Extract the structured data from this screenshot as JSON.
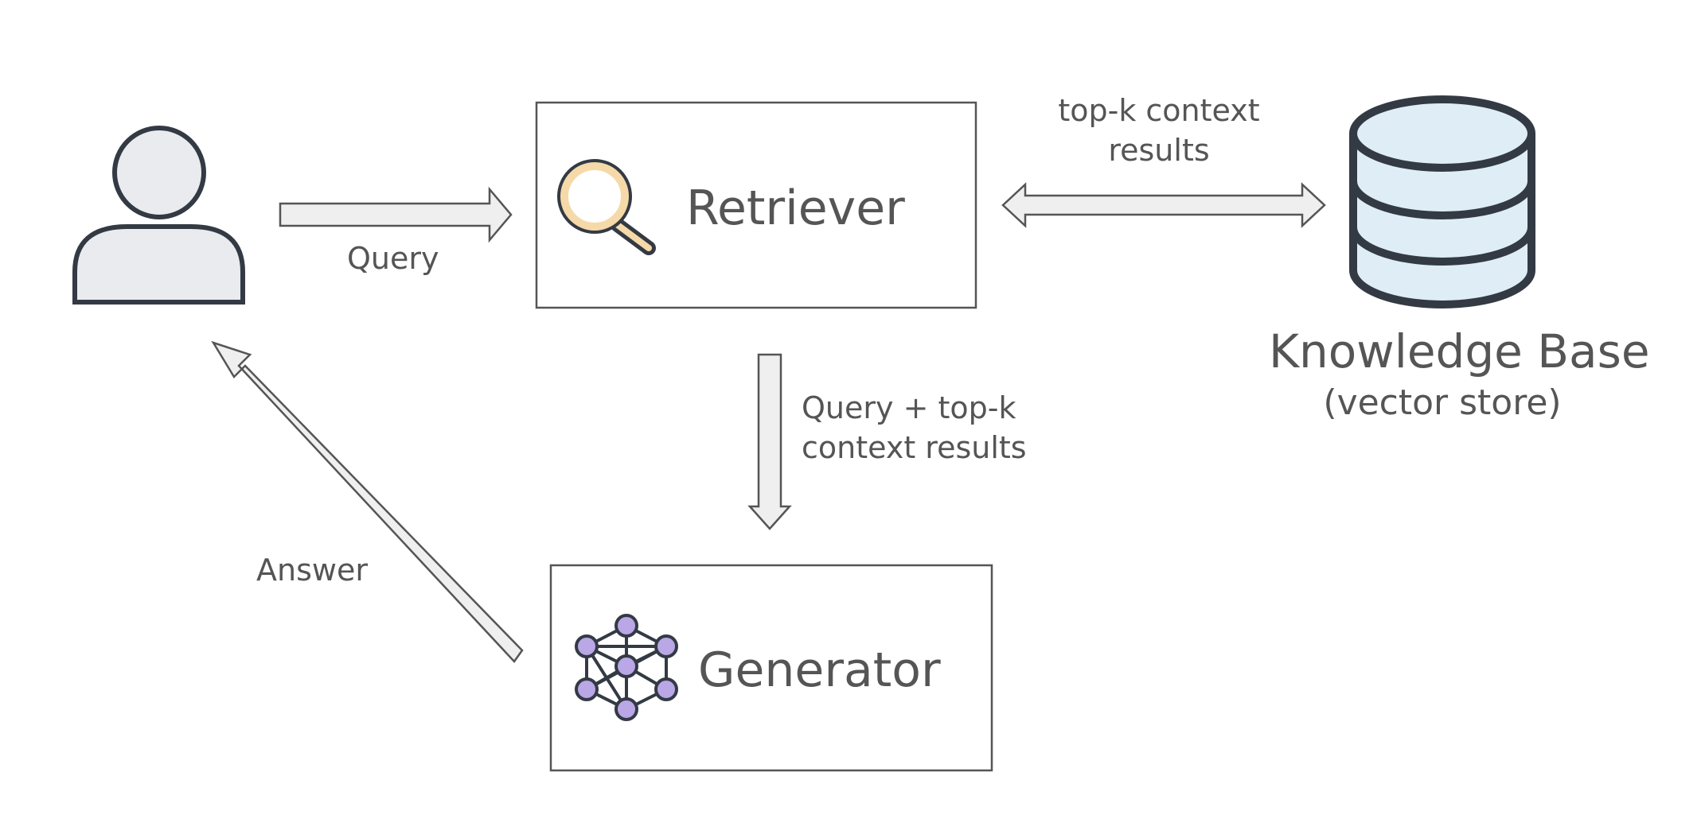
{
  "nodes": {
    "user": {
      "icon": "user-icon"
    },
    "retriever": {
      "label": "Retriever",
      "icon": "magnifier-icon"
    },
    "generator": {
      "label": "Generator",
      "icon": "neural-network-icon"
    },
    "knowledge_base": {
      "label": "Knowledge Base",
      "sublabel": "(vector store)",
      "icon": "database-icon"
    }
  },
  "edges": {
    "query": {
      "label": "Query",
      "from": "user",
      "to": "retriever"
    },
    "topk": {
      "label_line1": "top-k context",
      "label_line2": "results",
      "from": "retriever",
      "to": "knowledge_base",
      "bidirectional": true
    },
    "retrieved": {
      "label_line1": "Query + top-k",
      "label_line2": "context results",
      "from": "retriever",
      "to": "generator"
    },
    "answer": {
      "label": "Answer",
      "from": "generator",
      "to": "user"
    }
  },
  "colors": {
    "text": "#555555",
    "box_border": "#555555",
    "arrow_fill": "#efefef",
    "arrow_stroke": "#555555",
    "icon_stroke": "#333a44",
    "user_fill": "#e9ebee",
    "magnifier_ring": "#f5d9a8",
    "network_node": "#b9a7e6",
    "database_fill": "#deedf6"
  }
}
